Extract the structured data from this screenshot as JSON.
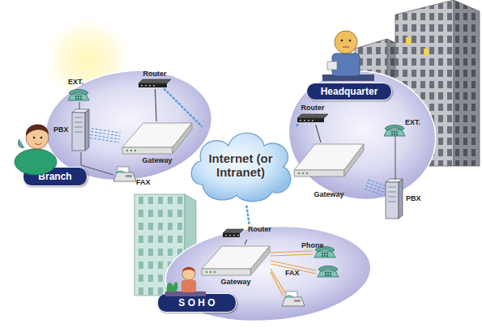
{
  "diagram": {
    "nodes": [
      {
        "text": [
          "Branch"
        ]
      },
      {
        "text": [
          "Router"
        ],
        "in": 0
      },
      {
        "text": [
          "Gateway"
        ],
        "in": 0
      },
      {
        "text": [
          "PBX"
        ],
        "in": 0
      },
      {
        "text": [
          "Internet (or Intranet)"
        ]
      },
      {
        "text": [
          "Headquarter"
        ]
      },
      {
        "text": [
          "Router"
        ],
        "in": 5
      },
      {
        "text": [
          "Gateway"
        ],
        "in": 5
      },
      {
        "text": [
          "PBX"
        ],
        "in": 5
      },
      {
        "text": [
          "S O H O"
        ]
      },
      {
        "text": [
          "Router"
        ],
        "in": 9
      },
      {
        "text": [
          "Gateway"
        ],
        "in": 9
      }
    ],
    "edges": [
      {
        "from": 1,
        "to": 4,
        "arrow": "none"
      },
      {
        "from": 6,
        "to": 4,
        "arrow": "none"
      },
      {
        "from": 10,
        "to": 4,
        "arrow": "none"
      },
      {
        "from": 2,
        "to": 1,
        "arrow": "none"
      },
      {
        "from": 7,
        "to": 6,
        "arrow": "none"
      },
      {
        "from": 11,
        "to": 10,
        "arrow": "none"
      },
      {
        "from": 3,
        "to": 2,
        "arrow": "none"
      },
      {
        "from": 8,
        "to": 7,
        "arrow": "none"
      }
    ],
    "labels": [
      "EXT.",
      "FAX",
      "EXT.",
      "Phone",
      "FAX"
    ]
  }
}
